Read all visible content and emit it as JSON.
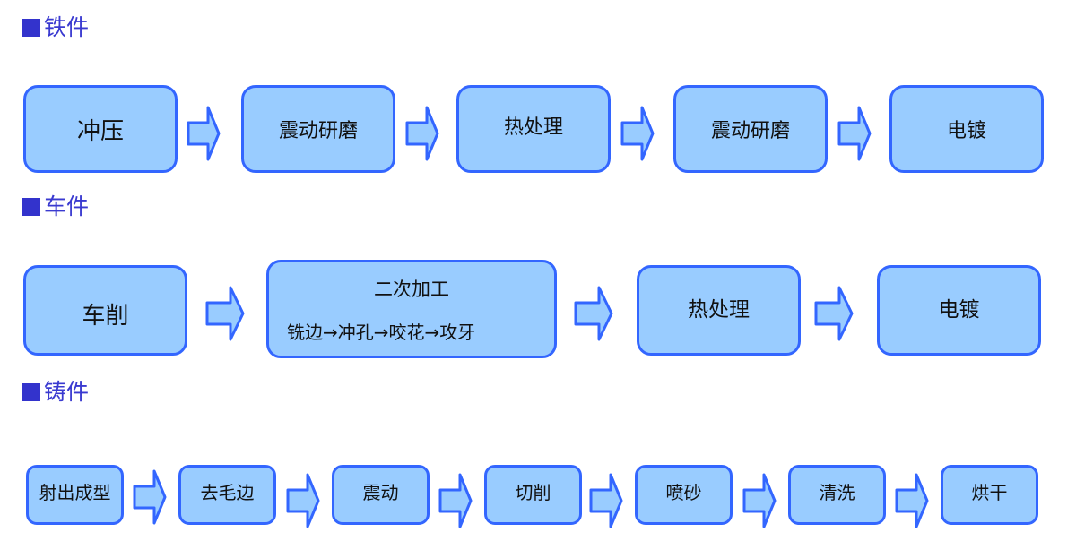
{
  "colors": {
    "box_fill": "#99ccff",
    "box_border": "#3366ff",
    "title_color": "#3a3ad0",
    "bullet_color": "#3333cc",
    "arrow_fill": "#99ccff",
    "arrow_stroke": "#3366ff"
  },
  "sections": {
    "iron": {
      "title": "铁件",
      "steps": [
        "冲压",
        "震动研磨",
        "热处理",
        "震动研磨",
        "电镀"
      ]
    },
    "turned": {
      "title": "车件",
      "steps": [
        "车削",
        "二次加工",
        "热处理",
        "电镀"
      ],
      "secondary_detail": "铣边→冲孔→咬花→攻牙"
    },
    "casting": {
      "title": "铸件",
      "steps": [
        "射出成型",
        "去毛边",
        "震动",
        "切削",
        "喷砂",
        "清洗",
        "烘干"
      ]
    }
  }
}
